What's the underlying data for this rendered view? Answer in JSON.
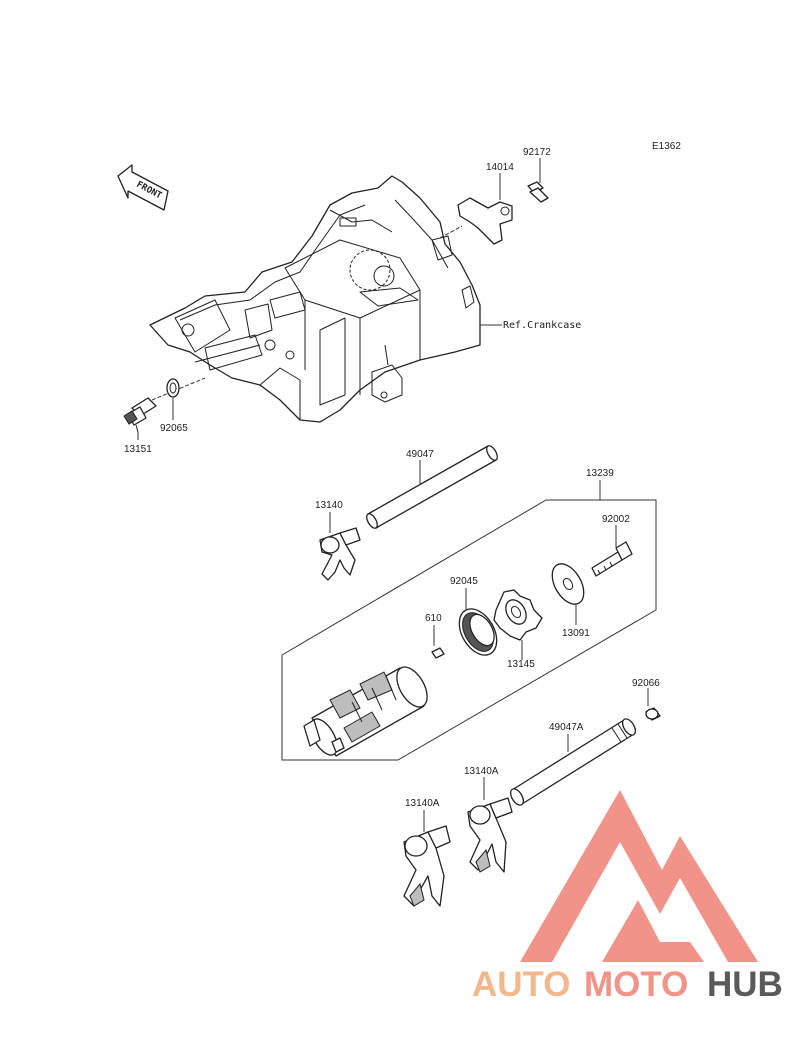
{
  "diagram_code": "E1362",
  "front_label": "FRONT",
  "reference": "Ref.Crankcase",
  "parts": {
    "p92172": "92172",
    "p14014": "14014",
    "p13151": "13151",
    "p92065": "92065",
    "p49047": "49047",
    "p13239": "13239",
    "p13140": "13140",
    "p92002": "92002",
    "p92045": "92045",
    "p610": "610",
    "p13091": "13091",
    "p13145": "13145",
    "p92066": "92066",
    "p49047A": "49047A",
    "p13140A_right": "13140A",
    "p13140A_left": "13140A"
  },
  "watermark": {
    "part1": "AUTO",
    "part2": "MOTO",
    "part3": "HUB"
  },
  "colors": {
    "orange": "#f4b183",
    "salmon": "#f08a7e",
    "grey": "#4d4d4d"
  }
}
